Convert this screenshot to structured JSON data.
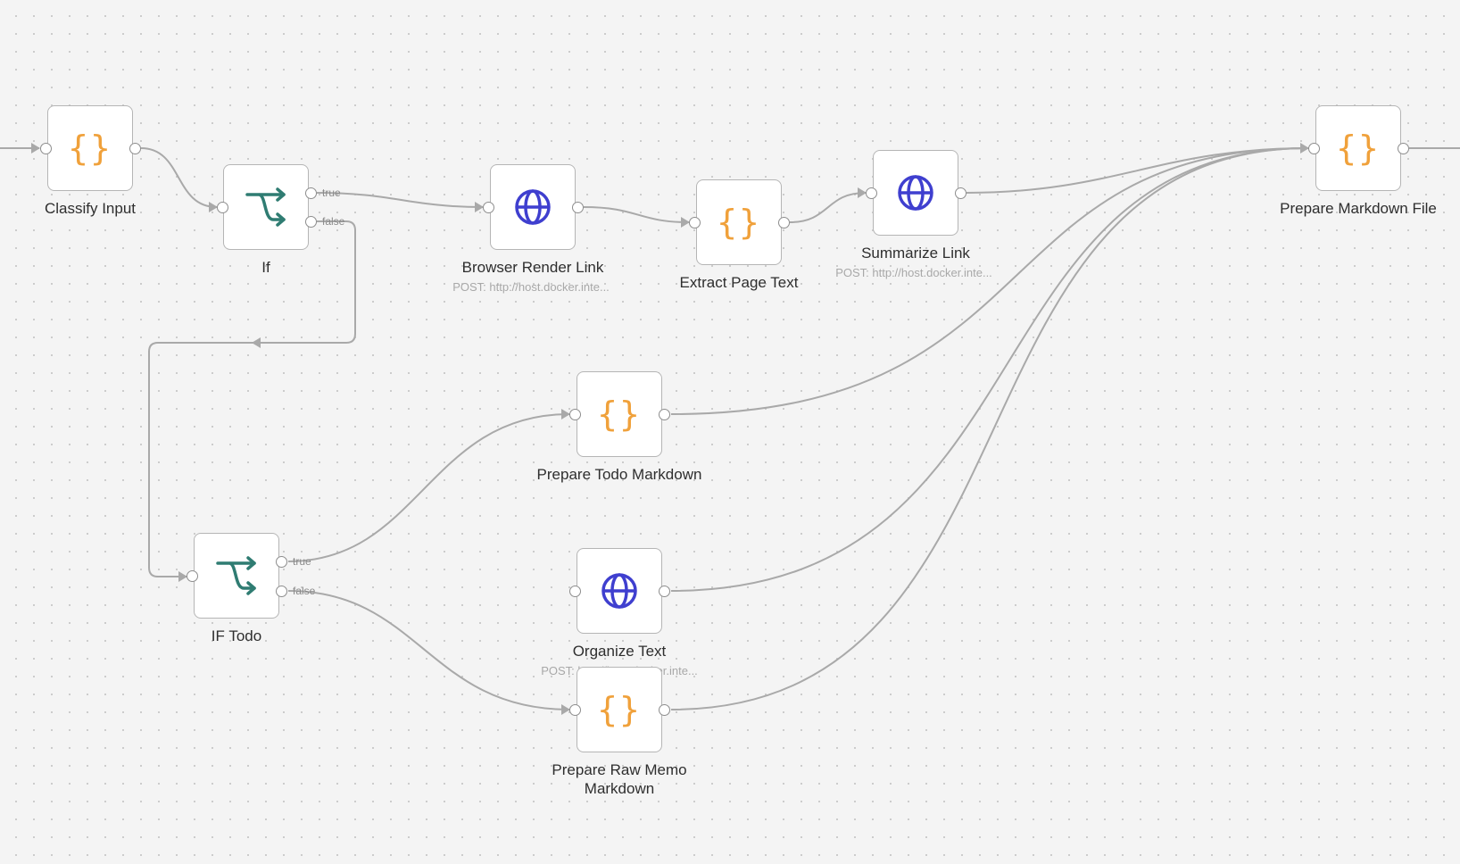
{
  "colors": {
    "canvas_background": "#f4f4f4",
    "edge": "#a9a9a9",
    "code_icon": "#f0a13b",
    "http_icon": "#3f3fcf",
    "if_icon": "#2f7c72"
  },
  "nodes": {
    "classify_input": {
      "label": "Classify Input",
      "icon": "code-braces-icon"
    },
    "if": {
      "label": "If",
      "icon": "branch-icon",
      "true_label": "true",
      "false_label": "false"
    },
    "browser_render_link": {
      "label": "Browser Render Link",
      "subtitle": "POST: http://host.docker.inte...",
      "icon": "globe-icon"
    },
    "extract_page_text": {
      "label": "Extract Page Text",
      "icon": "code-braces-icon"
    },
    "summarize_link": {
      "label": "Summarize Link",
      "subtitle": "POST: http://host.docker.inte...",
      "icon": "globe-icon"
    },
    "prepare_markdown_file": {
      "label": "Prepare Markdown File",
      "icon": "code-braces-icon"
    },
    "prepare_todo_markdown": {
      "label": "Prepare Todo Markdown",
      "icon": "code-braces-icon"
    },
    "if_todo": {
      "label": "IF Todo",
      "icon": "branch-icon",
      "true_label": "true",
      "false_label": "false"
    },
    "organize_text": {
      "label": "Organize Text",
      "subtitle": "POST: http://host.docker.inte...",
      "icon": "globe-icon"
    },
    "prepare_raw_memo_markdown": {
      "label": "Prepare Raw Memo\nMarkdown",
      "icon": "code-braces-icon"
    }
  }
}
